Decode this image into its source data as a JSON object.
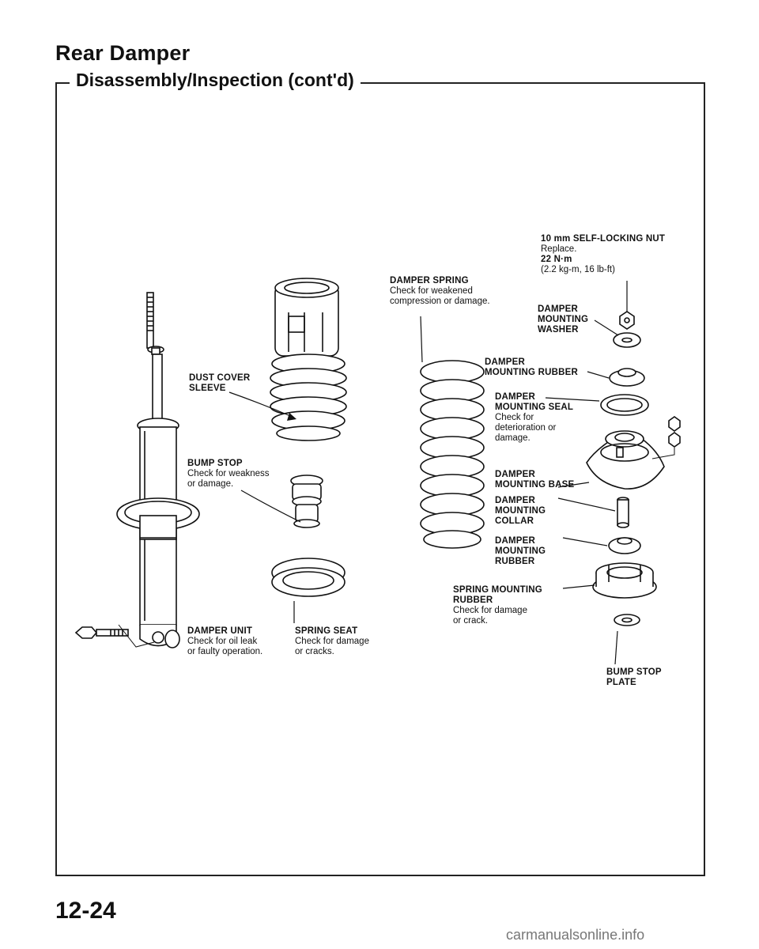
{
  "header": {
    "title": "Rear Damper",
    "section": "Disassembly/Inspection (cont'd)"
  },
  "parts": {
    "self_locking_nut": {
      "name": "10 mm SELF-LOCKING NUT",
      "note1": "Replace.",
      "note2": "22 N·m",
      "note3": "(2.2 kg-m, 16 lb-ft)"
    },
    "damper_spring": {
      "name": "DAMPER SPRING",
      "note1": "Check for weakened",
      "note2": "compression or damage."
    },
    "mounting_washer": {
      "line1": "DAMPER",
      "line2": "MOUNTING",
      "line3": "WASHER"
    },
    "mounting_rubber_upper": {
      "line1": "DAMPER",
      "line2": "MOUNTING RUBBER"
    },
    "mounting_seal": {
      "line1": "DAMPER",
      "line2": "MOUNTING SEAL",
      "note1": "Check for",
      "note2": "deterioration or",
      "note3": "damage."
    },
    "mounting_base": {
      "line1": "DAMPER",
      "line2": "MOUNTING BASE"
    },
    "mounting_collar": {
      "line1": "DAMPER",
      "line2": "MOUNTING",
      "line3": "COLLAR"
    },
    "mounting_rubber_lower": {
      "line1": "DAMPER",
      "line2": "MOUNTING",
      "line3": "RUBBER"
    },
    "spring_mounting_rubber": {
      "line1": "SPRING MOUNTING",
      "line2": "RUBBER",
      "note1": "Check for damage",
      "note2": "or crack."
    },
    "bump_stop_plate": {
      "line1": "BUMP STOP",
      "line2": "PLATE"
    },
    "dust_cover_sleeve": {
      "line1": "DUST COVER",
      "line2": "SLEEVE"
    },
    "bump_stop": {
      "name": "BUMP STOP",
      "note1": "Check for weakness",
      "note2": "or damage."
    },
    "damper_unit": {
      "name": "DAMPER UNIT",
      "note1": "Check for oil leak",
      "note2": "or faulty operation."
    },
    "spring_seat": {
      "name": "SPRING SEAT",
      "note1": "Check for damage",
      "note2": "or cracks."
    }
  },
  "footer": {
    "page_number": "12-24",
    "watermark": "carmanualsonline.info"
  }
}
